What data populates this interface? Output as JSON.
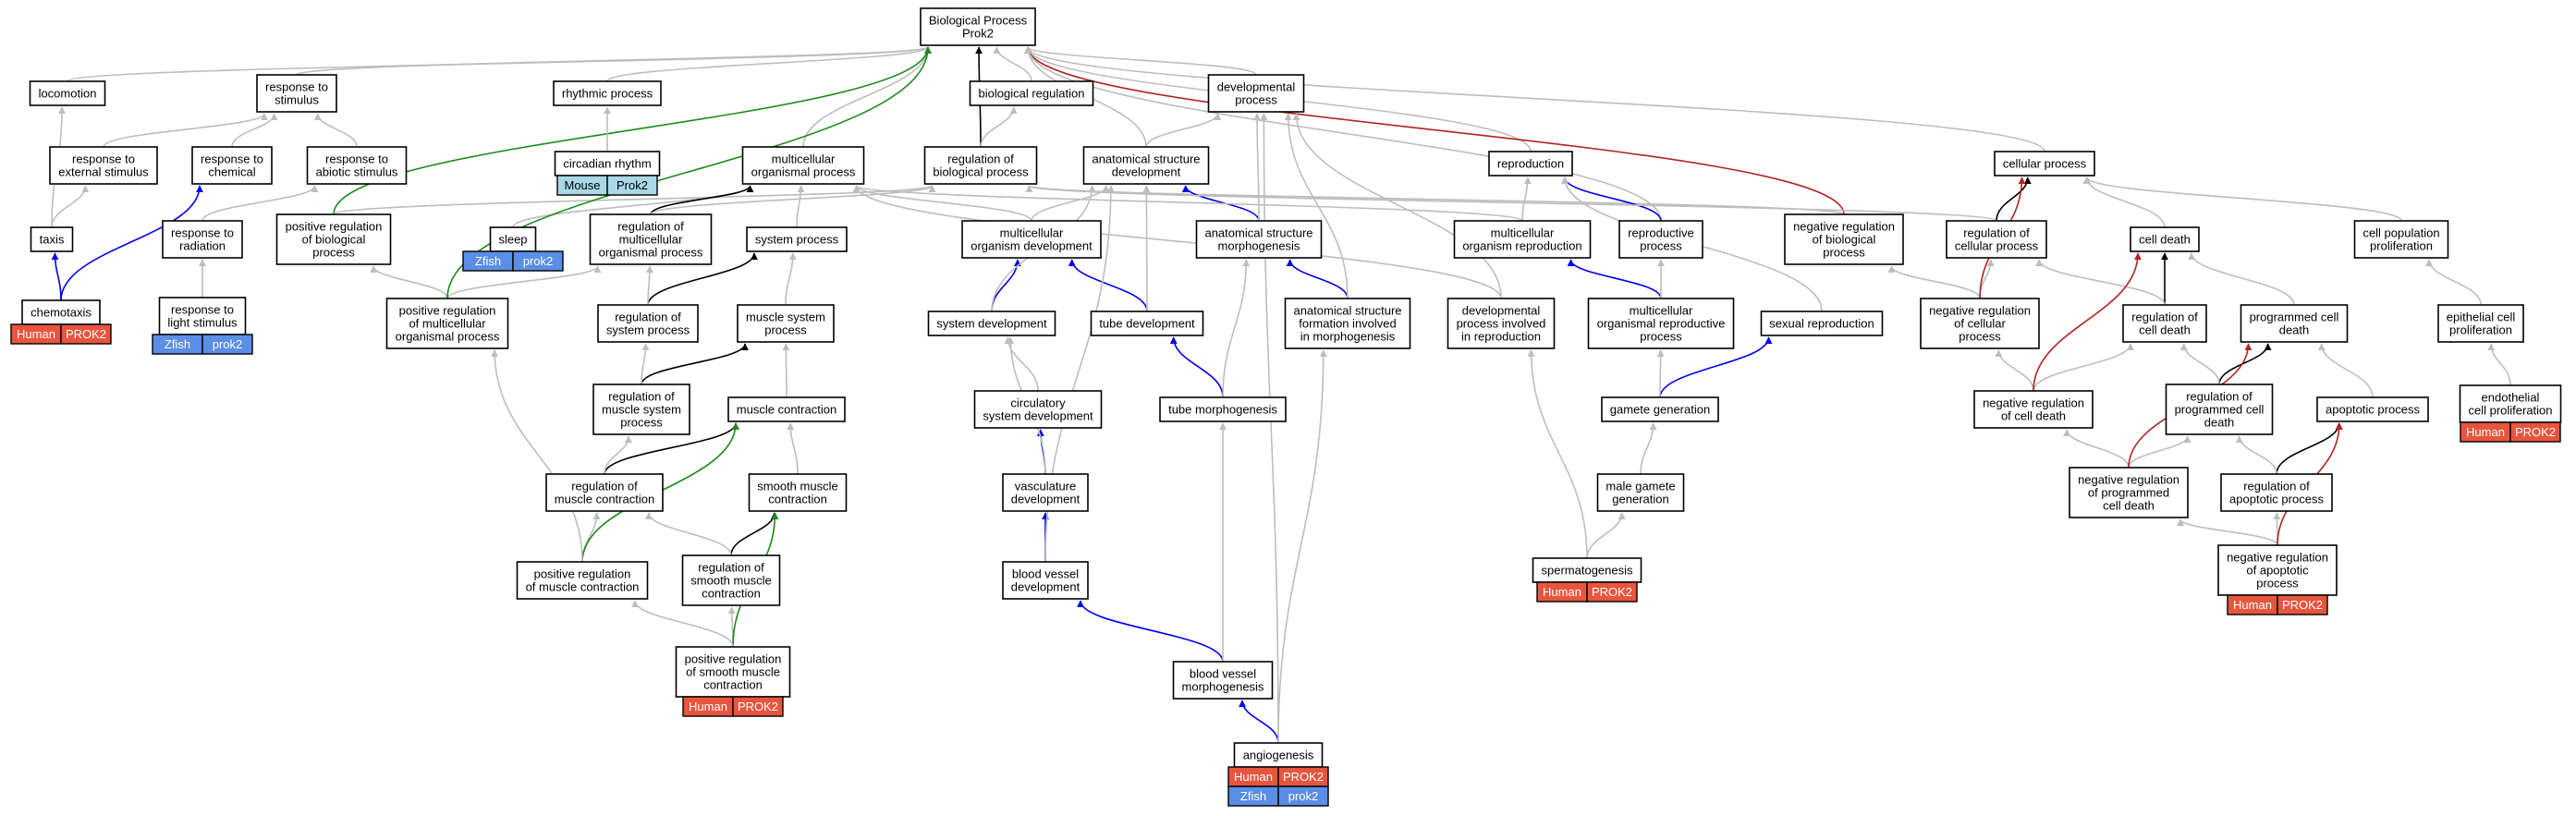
{
  "colors": {
    "gray": "#bdbdbd",
    "black": "#000000",
    "blue": "#0000ee",
    "green": "#1a8a1a",
    "red": "#b22222",
    "human": "#e8553f",
    "zfish": "#5b8ee6",
    "mouse": "#a9d8e6"
  },
  "nodes": [
    {
      "id": "bp",
      "lines": [
        "Biological Process",
        "Prok2"
      ]
    },
    {
      "id": "locomotion",
      "lines": [
        "locomotion"
      ]
    },
    {
      "id": "resp_stim",
      "lines": [
        "response to",
        "stimulus"
      ]
    },
    {
      "id": "rhythmic",
      "lines": [
        "rhythmic process"
      ]
    },
    {
      "id": "biol_reg",
      "lines": [
        "biological regulation"
      ]
    },
    {
      "id": "dev_proc",
      "lines": [
        "developmental",
        "process"
      ]
    },
    {
      "id": "resp_ext",
      "lines": [
        "response to",
        "external stimulus"
      ]
    },
    {
      "id": "resp_chem",
      "lines": [
        "response to",
        "chemical"
      ]
    },
    {
      "id": "resp_abio",
      "lines": [
        "response to",
        "abiotic stimulus"
      ]
    },
    {
      "id": "circadian",
      "lines": [
        "circadian rhythm"
      ]
    },
    {
      "id": "multi_org",
      "lines": [
        "multicellular",
        "organismal process"
      ]
    },
    {
      "id": "reg_biol",
      "lines": [
        "regulation of",
        "biological process"
      ]
    },
    {
      "id": "anat_dev",
      "lines": [
        "anatomical structure",
        "development"
      ]
    },
    {
      "id": "reproduction",
      "lines": [
        "reproduction"
      ]
    },
    {
      "id": "cell_proc",
      "lines": [
        "cellular process"
      ]
    },
    {
      "id": "taxis",
      "lines": [
        "taxis"
      ]
    },
    {
      "id": "resp_rad",
      "lines": [
        "response to",
        "radiation"
      ]
    },
    {
      "id": "pos_reg_bio",
      "lines": [
        "positive regulation",
        "of biological",
        "process"
      ]
    },
    {
      "id": "sleep",
      "lines": [
        "sleep"
      ]
    },
    {
      "id": "reg_multi",
      "lines": [
        "regulation of",
        "multicellular",
        "organismal process"
      ]
    },
    {
      "id": "sys_proc",
      "lines": [
        "system process"
      ]
    },
    {
      "id": "multi_dev",
      "lines": [
        "multicellular",
        "organism development"
      ]
    },
    {
      "id": "anat_morph",
      "lines": [
        "anatomical structure",
        "morphogenesis"
      ]
    },
    {
      "id": "multi_repro",
      "lines": [
        "multicellular",
        "organism reproduction"
      ]
    },
    {
      "id": "repro_proc",
      "lines": [
        "reproductive",
        "process"
      ]
    },
    {
      "id": "neg_reg_bio",
      "lines": [
        "negative regulation",
        "of biological",
        "process"
      ]
    },
    {
      "id": "reg_cell_proc",
      "lines": [
        "regulation of",
        "cellular process"
      ]
    },
    {
      "id": "cell_death",
      "lines": [
        "cell death"
      ]
    },
    {
      "id": "cell_pop",
      "lines": [
        "cell population",
        "proliferation"
      ]
    },
    {
      "id": "chemotaxis",
      "lines": [
        "chemotaxis"
      ]
    },
    {
      "id": "resp_light",
      "lines": [
        "response to",
        "light stimulus"
      ]
    },
    {
      "id": "pos_reg_multi",
      "lines": [
        "positive regulation",
        "of multicellular",
        "organismal process"
      ]
    },
    {
      "id": "reg_sys",
      "lines": [
        "regulation of",
        "system process"
      ]
    },
    {
      "id": "muscle_sys",
      "lines": [
        "muscle system",
        "process"
      ]
    },
    {
      "id": "sys_dev",
      "lines": [
        "system development"
      ]
    },
    {
      "id": "tube_dev",
      "lines": [
        "tube development"
      ]
    },
    {
      "id": "anat_form",
      "lines": [
        "anatomical structure",
        "formation involved",
        "in morphogenesis"
      ]
    },
    {
      "id": "dev_repro",
      "lines": [
        "developmental",
        "process involved",
        "in reproduction"
      ]
    },
    {
      "id": "multi_org_repro",
      "lines": [
        "multicellular",
        "organismal reproductive",
        "process"
      ]
    },
    {
      "id": "sexual_repro",
      "lines": [
        "sexual reproduction"
      ]
    },
    {
      "id": "neg_reg_cell",
      "lines": [
        "negative regulation",
        "of cellular",
        "process"
      ]
    },
    {
      "id": "reg_cell_death",
      "lines": [
        "regulation of",
        "cell death"
      ]
    },
    {
      "id": "pcd",
      "lines": [
        "programmed cell",
        "death"
      ]
    },
    {
      "id": "epi_prolif",
      "lines": [
        "epithelial cell",
        "proliferation"
      ]
    },
    {
      "id": "reg_muscle_sys",
      "lines": [
        "regulation of",
        "muscle system",
        "process"
      ]
    },
    {
      "id": "muscle_contr",
      "lines": [
        "muscle contraction"
      ]
    },
    {
      "id": "circ_dev",
      "lines": [
        "circulatory",
        "system development"
      ]
    },
    {
      "id": "tube_morph",
      "lines": [
        "tube morphogenesis"
      ]
    },
    {
      "id": "gamete_gen",
      "lines": [
        "gamete generation"
      ]
    },
    {
      "id": "neg_reg_cd",
      "lines": [
        "negative regulation",
        "of cell death"
      ]
    },
    {
      "id": "reg_pcd",
      "lines": [
        "regulation of",
        "programmed cell",
        "death"
      ]
    },
    {
      "id": "apoptotic",
      "lines": [
        "apoptotic process"
      ]
    },
    {
      "id": "endo_prolif",
      "lines": [
        "endothelial",
        "cell proliferation"
      ]
    },
    {
      "id": "reg_muscle_contr",
      "lines": [
        "regulation of",
        "muscle contraction"
      ]
    },
    {
      "id": "smooth_contr",
      "lines": [
        "smooth muscle",
        "contraction"
      ]
    },
    {
      "id": "vasc_dev",
      "lines": [
        "vasculature",
        "development"
      ]
    },
    {
      "id": "male_gamete",
      "lines": [
        "male gamete",
        "generation"
      ]
    },
    {
      "id": "neg_reg_pcd",
      "lines": [
        "negative regulation",
        "of programmed",
        "cell death"
      ]
    },
    {
      "id": "reg_apop",
      "lines": [
        "regulation of",
        "apoptotic process"
      ]
    },
    {
      "id": "pos_reg_mc",
      "lines": [
        "positive regulation",
        "of muscle contraction"
      ]
    },
    {
      "id": "reg_smooth",
      "lines": [
        "regulation of",
        "smooth muscle",
        "contraction"
      ]
    },
    {
      "id": "bv_dev",
      "lines": [
        "blood vessel",
        "development"
      ]
    },
    {
      "id": "spermatogenesis",
      "lines": [
        "spermatogenesis"
      ]
    },
    {
      "id": "neg_reg_apop",
      "lines": [
        "negative regulation",
        "of apoptotic",
        "process"
      ]
    },
    {
      "id": "pos_reg_smooth",
      "lines": [
        "positive regulation",
        "of smooth muscle",
        "contraction"
      ]
    },
    {
      "id": "bv_morph",
      "lines": [
        "blood vessel",
        "morphogenesis"
      ]
    },
    {
      "id": "angiogenesis",
      "lines": [
        "angiogenesis"
      ]
    }
  ],
  "badges": [
    {
      "node": "chemotaxis",
      "rows": [
        [
          "Human",
          "PROK2",
          "human"
        ]
      ]
    },
    {
      "node": "resp_light",
      "rows": [
        [
          "Zfish",
          "prok2",
          "zfish"
        ]
      ]
    },
    {
      "node": "circadian",
      "rows": [
        [
          "Mouse",
          "Prok2",
          "mouse"
        ]
      ]
    },
    {
      "node": "sleep",
      "rows": [
        [
          "Zfish",
          "prok2",
          "zfish"
        ]
      ]
    },
    {
      "node": "pos_reg_smooth",
      "rows": [
        [
          "Human",
          "PROK2",
          "human"
        ]
      ]
    },
    {
      "node": "angiogenesis",
      "rows": [
        [
          "Human",
          "PROK2",
          "human"
        ],
        [
          "Zfish",
          "prok2",
          "zfish"
        ]
      ]
    },
    {
      "node": "spermatogenesis",
      "rows": [
        [
          "Human",
          "PROK2",
          "human"
        ]
      ]
    },
    {
      "node": "neg_reg_apop",
      "rows": [
        [
          "Human",
          "PROK2",
          "human"
        ]
      ]
    },
    {
      "node": "endo_prolif",
      "rows": [
        [
          "Human",
          "PROK2",
          "human"
        ]
      ]
    }
  ],
  "edges": [
    [
      "locomotion",
      "bp",
      "gray"
    ],
    [
      "resp_stim",
      "bp",
      "gray"
    ],
    [
      "rhythmic",
      "bp",
      "gray"
    ],
    [
      "biol_reg",
      "bp",
      "gray"
    ],
    [
      "dev_proc",
      "bp",
      "gray"
    ],
    [
      "multi_org",
      "bp",
      "gray"
    ],
    [
      "reg_biol",
      "bp",
      "black"
    ],
    [
      "anat_dev",
      "bp",
      "gray"
    ],
    [
      "reproduction",
      "bp",
      "gray"
    ],
    [
      "cell_proc",
      "bp",
      "gray"
    ],
    [
      "pos_reg_bio",
      "bp",
      "green"
    ],
    [
      "neg_reg_bio",
      "bp",
      "red"
    ],
    [
      "repro_proc",
      "bp",
      "gray"
    ],
    [
      "resp_ext",
      "resp_stim",
      "gray"
    ],
    [
      "resp_chem",
      "resp_stim",
      "gray"
    ],
    [
      "resp_abio",
      "resp_stim",
      "gray"
    ],
    [
      "taxis",
      "resp_ext",
      "gray"
    ],
    [
      "taxis",
      "locomotion",
      "gray"
    ],
    [
      "chemotaxis",
      "taxis",
      "blue"
    ],
    [
      "chemotaxis",
      "resp_chem",
      "blue"
    ],
    [
      "resp_rad",
      "resp_abio",
      "gray"
    ],
    [
      "resp_light",
      "resp_rad",
      "gray"
    ],
    [
      "circadian",
      "rhythmic",
      "gray"
    ],
    [
      "sleep",
      "multi_org",
      "gray"
    ],
    [
      "reg_biol",
      "biol_reg",
      "gray"
    ],
    [
      "pos_reg_bio",
      "reg_biol",
      "gray"
    ],
    [
      "neg_reg_bio",
      "reg_biol",
      "gray"
    ],
    [
      "reg_multi",
      "multi_org",
      "black"
    ],
    [
      "reg_multi",
      "reg_biol",
      "gray"
    ],
    [
      "pos_reg_multi",
      "reg_multi",
      "gray"
    ],
    [
      "pos_reg_multi",
      "pos_reg_bio",
      "gray"
    ],
    [
      "pos_reg_multi",
      "bp",
      "green"
    ],
    [
      "sys_proc",
      "multi_org",
      "gray"
    ],
    [
      "reg_sys",
      "sys_proc",
      "black"
    ],
    [
      "reg_sys",
      "reg_multi",
      "gray"
    ],
    [
      "muscle_sys",
      "sys_proc",
      "gray"
    ],
    [
      "reg_muscle_sys",
      "muscle_sys",
      "black"
    ],
    [
      "reg_muscle_sys",
      "reg_sys",
      "gray"
    ],
    [
      "muscle_contr",
      "muscle_sys",
      "gray"
    ],
    [
      "reg_muscle_contr",
      "muscle_contr",
      "black"
    ],
    [
      "reg_muscle_contr",
      "reg_muscle_sys",
      "gray"
    ],
    [
      "pos_reg_mc",
      "reg_muscle_contr",
      "gray"
    ],
    [
      "pos_reg_mc",
      "muscle_contr",
      "green"
    ],
    [
      "pos_reg_mc",
      "pos_reg_multi",
      "gray"
    ],
    [
      "smooth_contr",
      "muscle_contr",
      "gray"
    ],
    [
      "reg_smooth",
      "smooth_contr",
      "black"
    ],
    [
      "reg_smooth",
      "reg_muscle_contr",
      "gray"
    ],
    [
      "pos_reg_smooth",
      "reg_smooth",
      "gray"
    ],
    [
      "pos_reg_smooth",
      "smooth_contr",
      "green"
    ],
    [
      "pos_reg_smooth",
      "pos_reg_mc",
      "gray"
    ],
    [
      "anat_dev",
      "dev_proc",
      "gray"
    ],
    [
      "multi_dev",
      "anat_dev",
      "gray"
    ],
    [
      "multi_dev",
      "multi_org",
      "gray"
    ],
    [
      "anat_morph",
      "anat_dev",
      "blue"
    ],
    [
      "anat_morph",
      "dev_proc",
      "gray"
    ],
    [
      "anat_form",
      "anat_morph",
      "blue"
    ],
    [
      "anat_form",
      "dev_proc",
      "gray"
    ],
    [
      "sys_dev",
      "multi_dev",
      "blue"
    ],
    [
      "sys_dev",
      "anat_dev",
      "gray"
    ],
    [
      "tube_dev",
      "multi_dev",
      "blue"
    ],
    [
      "tube_dev",
      "anat_dev",
      "gray"
    ],
    [
      "circ_dev",
      "sys_dev",
      "gray"
    ],
    [
      "vasc_dev",
      "circ_dev",
      "blue"
    ],
    [
      "vasc_dev",
      "sys_dev",
      "gray"
    ],
    [
      "bv_dev",
      "vasc_dev",
      "blue"
    ],
    [
      "bv_dev",
      "anat_dev",
      "gray"
    ],
    [
      "tube_morph",
      "tube_dev",
      "blue"
    ],
    [
      "tube_morph",
      "anat_morph",
      "gray"
    ],
    [
      "bv_morph",
      "bv_dev",
      "blue"
    ],
    [
      "bv_morph",
      "tube_morph",
      "gray"
    ],
    [
      "angiogenesis",
      "bv_morph",
      "blue"
    ],
    [
      "angiogenesis",
      "anat_form",
      "gray"
    ],
    [
      "angiogenesis",
      "dev_proc",
      "gray"
    ],
    [
      "multi_repro",
      "reproduction",
      "gray"
    ],
    [
      "multi_repro",
      "multi_org",
      "gray"
    ],
    [
      "repro_proc",
      "reproduction",
      "blue"
    ],
    [
      "multi_org_repro",
      "multi_repro",
      "blue"
    ],
    [
      "multi_org_repro",
      "repro_proc",
      "gray"
    ],
    [
      "dev_repro",
      "multi_org",
      "gray"
    ],
    [
      "dev_repro",
      "dev_proc",
      "gray"
    ],
    [
      "sexual_repro",
      "reproduction",
      "gray"
    ],
    [
      "gamete_gen",
      "sexual_repro",
      "blue"
    ],
    [
      "gamete_gen",
      "multi_org_repro",
      "gray"
    ],
    [
      "male_gamete",
      "gamete_gen",
      "gray"
    ],
    [
      "spermatogenesis",
      "male_gamete",
      "gray"
    ],
    [
      "spermatogenesis",
      "dev_repro",
      "gray"
    ],
    [
      "reg_cell_proc",
      "cell_proc",
      "black"
    ],
    [
      "reg_cell_proc",
      "reg_biol",
      "gray"
    ],
    [
      "cell_death",
      "cell_proc",
      "gray"
    ],
    [
      "cell_pop",
      "cell_proc",
      "gray"
    ],
    [
      "neg_reg_cell",
      "reg_cell_proc",
      "gray"
    ],
    [
      "neg_reg_cell",
      "neg_reg_bio",
      "gray"
    ],
    [
      "neg_reg_cell",
      "cell_proc",
      "red"
    ],
    [
      "reg_cell_death",
      "cell_death",
      "black"
    ],
    [
      "reg_cell_death",
      "reg_cell_proc",
      "gray"
    ],
    [
      "pcd",
      "cell_death",
      "gray"
    ],
    [
      "neg_reg_cd",
      "reg_cell_death",
      "gray"
    ],
    [
      "neg_reg_cd",
      "neg_reg_cell",
      "gray"
    ],
    [
      "neg_reg_cd",
      "cell_death",
      "red"
    ],
    [
      "reg_pcd",
      "pcd",
      "black"
    ],
    [
      "reg_pcd",
      "reg_cell_death",
      "gray"
    ],
    [
      "apoptotic",
      "pcd",
      "gray"
    ],
    [
      "neg_reg_pcd",
      "reg_pcd",
      "gray"
    ],
    [
      "neg_reg_pcd",
      "neg_reg_cd",
      "gray"
    ],
    [
      "neg_reg_pcd",
      "pcd",
      "red"
    ],
    [
      "reg_apop",
      "apoptotic",
      "black"
    ],
    [
      "reg_apop",
      "reg_pcd",
      "gray"
    ],
    [
      "neg_reg_apop",
      "reg_apop",
      "gray"
    ],
    [
      "neg_reg_apop",
      "neg_reg_pcd",
      "gray"
    ],
    [
      "neg_reg_apop",
      "apoptotic",
      "red"
    ],
    [
      "epi_prolif",
      "cell_pop",
      "gray"
    ],
    [
      "endo_prolif",
      "epi_prolif",
      "gray"
    ]
  ]
}
